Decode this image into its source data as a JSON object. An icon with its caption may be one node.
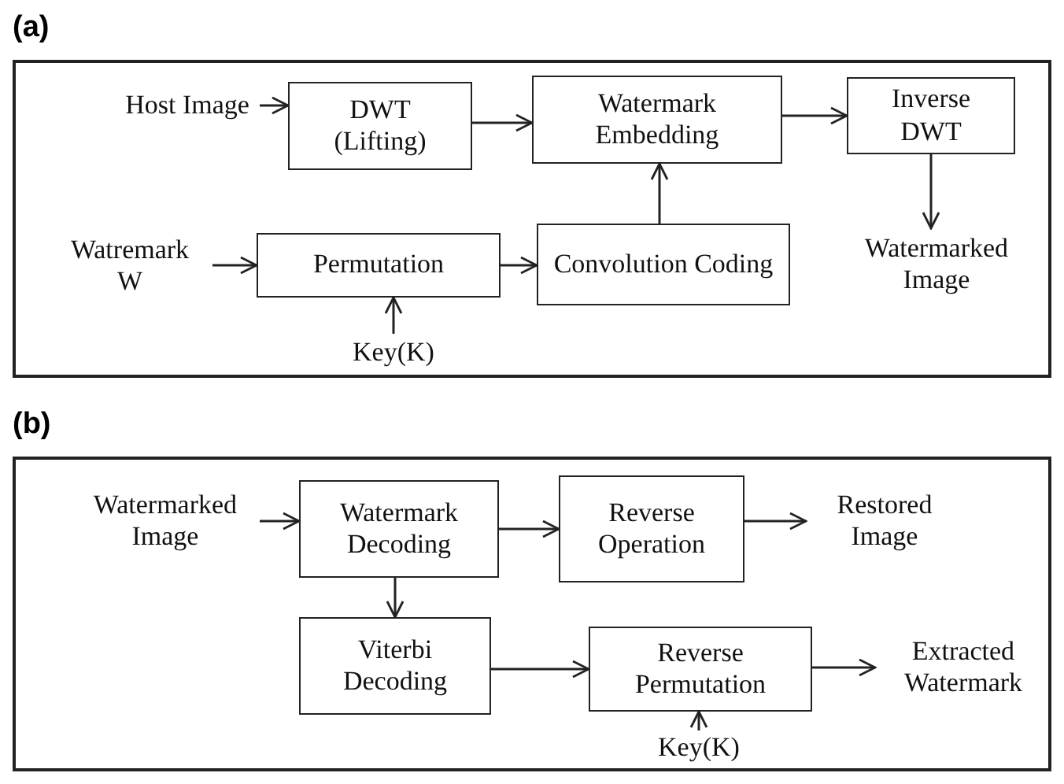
{
  "diagram": {
    "nodes": [
      {
        "text": [
          "(a)"
        ]
      },
      {
        "text": [
          "Host Image"
        ],
        "in": 0
      },
      {
        "text": [
          "DWT (Lifting)"
        ],
        "in": 0
      },
      {
        "text": [
          "Watermark Embedding"
        ],
        "in": 0
      },
      {
        "text": [
          "Inverse DWT"
        ],
        "in": 0
      },
      {
        "text": [
          "Watermarked Image"
        ],
        "in": 0
      },
      {
        "text": [
          "Watremark W"
        ],
        "in": 0
      },
      {
        "text": [
          "Permutation"
        ],
        "in": 0
      },
      {
        "text": [
          "Convolution Coding"
        ],
        "in": 0
      },
      {
        "text": [
          "Key(K)"
        ],
        "in": 0
      },
      {
        "text": [
          "(b)"
        ]
      },
      {
        "text": [
          "Watermarked Image"
        ],
        "in": 10
      },
      {
        "text": [
          "Watermark Decoding"
        ],
        "in": 10
      },
      {
        "text": [
          "Reverse Operation"
        ],
        "in": 10
      },
      {
        "text": [
          "Restored Image"
        ],
        "in": 10
      },
      {
        "text": [
          "Viterbi Decoding"
        ],
        "in": 10
      },
      {
        "text": [
          "Reverse Permutation"
        ],
        "in": 10
      },
      {
        "text": [
          "Extracted Watermark"
        ],
        "in": 10
      },
      {
        "text": [
          "Key(K)"
        ],
        "in": 10
      }
    ],
    "edges": [
      {
        "from": 1,
        "to": 2,
        "arrow": "to"
      },
      {
        "from": 2,
        "to": 3,
        "arrow": "to"
      },
      {
        "from": 3,
        "to": 4,
        "arrow": "to"
      },
      {
        "from": 4,
        "to": 5,
        "arrow": "to"
      },
      {
        "from": 6,
        "to": 7,
        "arrow": "to"
      },
      {
        "from": 7,
        "to": 8,
        "arrow": "to"
      },
      {
        "from": 8,
        "to": 3,
        "arrow": "to"
      },
      {
        "from": 9,
        "to": 7,
        "arrow": "to"
      },
      {
        "from": 11,
        "to": 12,
        "arrow": "to"
      },
      {
        "from": 12,
        "to": 13,
        "arrow": "to"
      },
      {
        "from": 13,
        "to": 14,
        "arrow": "to"
      },
      {
        "from": 12,
        "to": 15,
        "arrow": "to"
      },
      {
        "from": 15,
        "to": 16,
        "arrow": "to"
      },
      {
        "from": 16,
        "to": 17,
        "arrow": "to"
      },
      {
        "from": 18,
        "to": 16,
        "arrow": "to"
      }
    ]
  }
}
